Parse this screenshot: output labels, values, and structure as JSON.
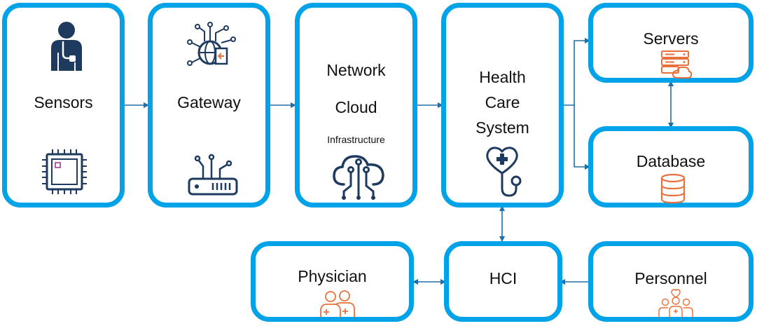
{
  "colors": {
    "box_border": "#00a2e8",
    "arrow": "#1f6fa6",
    "icon_navy": "#1e3a5f",
    "icon_orange": "#e8703a",
    "chip_accent": "#9b2c8e"
  },
  "nodes": {
    "sensors": {
      "label": "Sensors",
      "top_icon": "person-with-sensor-icon",
      "bottom_icon": "microchip-icon"
    },
    "gateway": {
      "label": "Gateway",
      "top_icon": "network-gateway-icon",
      "bottom_icon": "router-icon"
    },
    "network_cloud": {
      "line1": "Network",
      "line2": "Cloud",
      "line3": "Infrastructure",
      "icon": "cloud-circuit-icon"
    },
    "health_care_system": {
      "line1": "Health",
      "line2": "Care",
      "line3": "System",
      "icon": "stethoscope-heart-icon"
    },
    "servers": {
      "label": "Servers",
      "icon": "server-cloud-icon"
    },
    "database": {
      "label": "Database",
      "icon": "database-icon"
    },
    "hci": {
      "label": "HCI"
    },
    "physician": {
      "label": "Physician",
      "icon": "doctors-icon"
    },
    "personnel": {
      "label": "Personnel",
      "icon": "medical-team-icon"
    }
  }
}
